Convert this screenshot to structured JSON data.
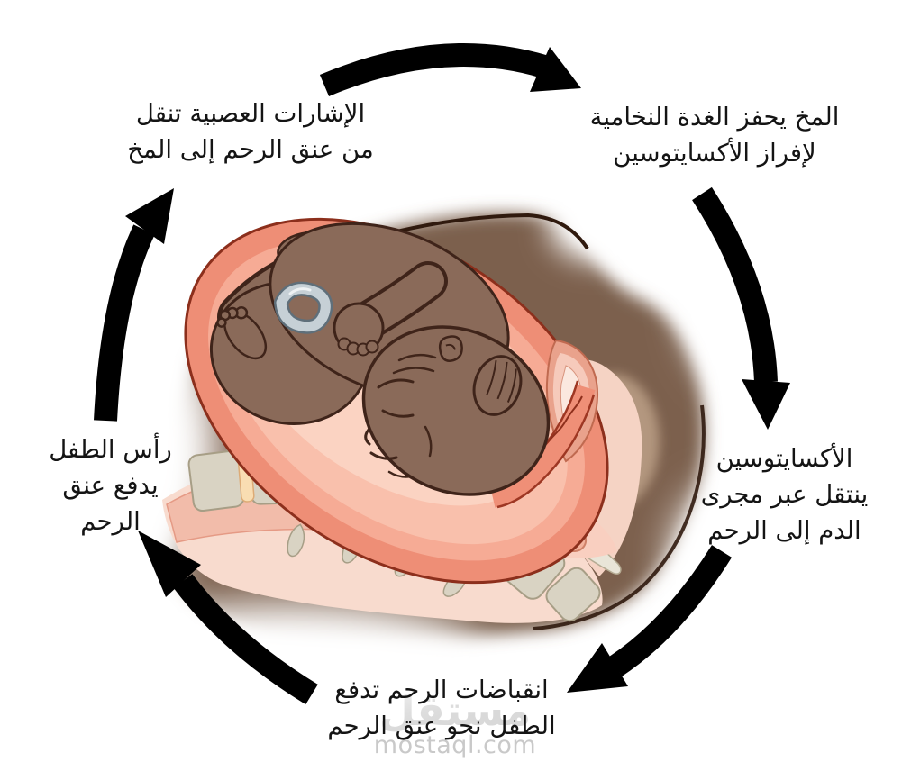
{
  "page": {
    "background": "#ffffff",
    "language": "ar",
    "type": "cycle-diagram"
  },
  "cycle": {
    "direction": "clockwise",
    "arrow_color": "#000000",
    "steps": {
      "brain_stimulates_pituitary": {
        "position": "top-right",
        "lines": [
          "المخ يحفز الغدة النخامية",
          "لإفراز الأكسايتوسين"
        ]
      },
      "oxytocin_travels_blood": {
        "position": "right",
        "lines": [
          "الأكسايتوسين",
          "ينتقل عبر مجرى",
          "الدم إلى الرحم"
        ]
      },
      "contractions_push_baby": {
        "position": "bottom",
        "lines": [
          "انقباضات الرحم تدفع",
          "الطفل نحو عنق الرحم"
        ]
      },
      "head_pushes_cervix": {
        "position": "left",
        "lines": [
          "رأس الطفل",
          "يدفع عنق",
          "الرحم"
        ]
      },
      "nerve_signals_to_brain": {
        "position": "top-left",
        "lines": [
          "الإشارات العصبية تنقل",
          "من عنق الرحم إلى المخ"
        ]
      }
    }
  },
  "illustration": {
    "subject": "fetus-in-uterus-pelvic-cross-section",
    "colors": {
      "mother_body": "#7b614e",
      "buttock_highlight": "#b3977f",
      "uterus_wall": "#ee8e76",
      "uterus_border": "#8c2f1c",
      "uterus_inner": "#f6ab95",
      "amniotic_light": "#fbd3c2",
      "fetus_skin": "#8a6a59",
      "fetus_outline": "#3f241a",
      "umbilical_cord": "#c6d0d6",
      "pelvic_tissue": "#f8dbce",
      "spine_band": "#f2bcaa",
      "vertebrae": "#d9d3c3",
      "discs": "#f9ddb2",
      "intestine_folds": "#f3b29c",
      "birth_canal": "#ef8f77",
      "canal_line": "#8e2f1c"
    }
  },
  "watermark": {
    "arabic": "مستقل",
    "latin": "mostaql.com"
  }
}
